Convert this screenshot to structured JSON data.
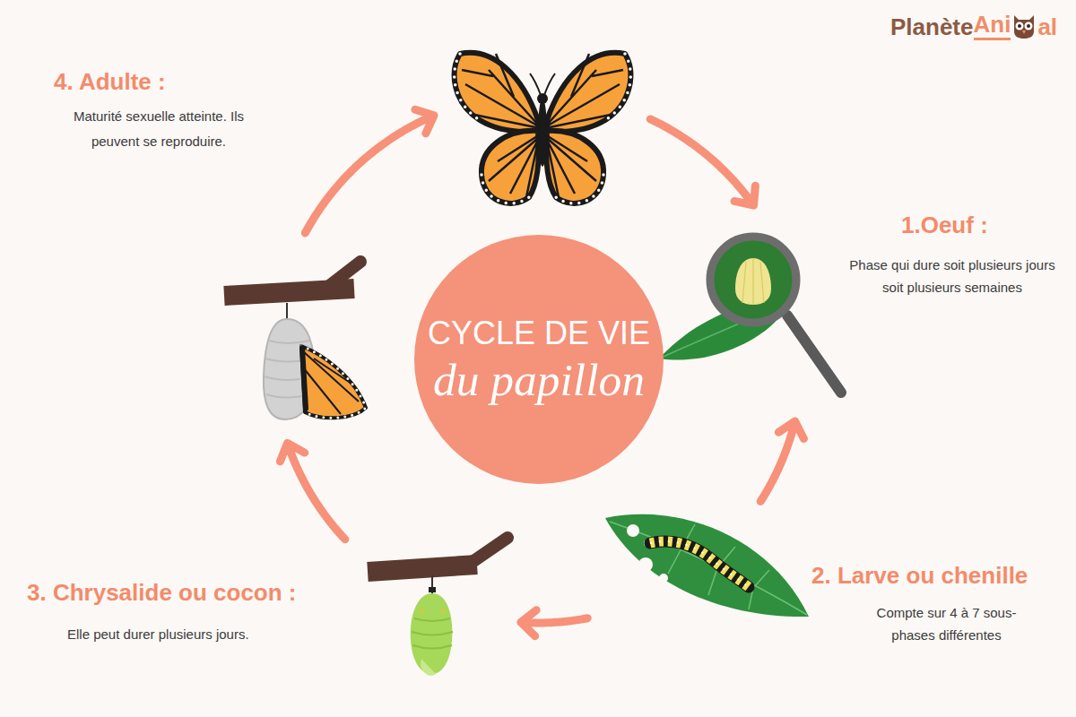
{
  "diagram": {
    "nodes": [
      {
        "text": [
          "1.Oeuf :",
          "Phase qui dure soit plusieurs jours soit plusieurs semaines"
        ]
      },
      {
        "text": [
          "2. Larve ou chenille",
          "Compte sur 4 à 7 sous-phases différentes"
        ]
      },
      {
        "text": [
          "3. Chrysalide ou cocon :",
          "Elle peut durer plusieurs jours."
        ]
      },
      {
        "text": [
          "4. Adulte :",
          "Maturité sexuelle atteinte. Ils peuvent se reproduire."
        ]
      },
      {
        "text": [
          "CYCLE DE VIE",
          "du papillon"
        ]
      }
    ],
    "edges": [
      {
        "from": 3,
        "to": 0,
        "arrow": "to"
      },
      {
        "from": 1,
        "to": 0,
        "arrow": "to"
      },
      {
        "from": 1,
        "to": 2,
        "arrow": "to"
      },
      {
        "from": 2,
        "to": 3,
        "arrow": "to"
      }
    ],
    "labels": [
      "Planète",
      "Ani",
      "al"
    ]
  }
}
